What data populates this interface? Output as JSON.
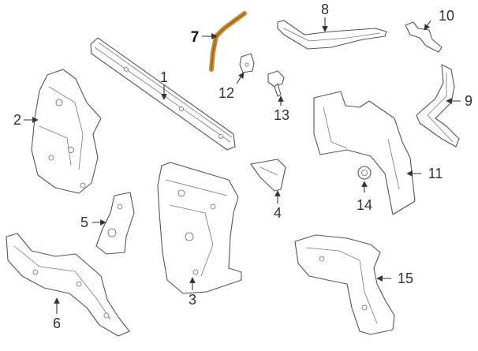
{
  "diagram": {
    "highlight_color": "#c8862a",
    "line_color": "#555555",
    "callouts": [
      {
        "id": "1",
        "label": "1"
      },
      {
        "id": "2",
        "label": "2"
      },
      {
        "id": "3",
        "label": "3"
      },
      {
        "id": "4",
        "label": "4"
      },
      {
        "id": "5",
        "label": "5"
      },
      {
        "id": "6",
        "label": "6"
      },
      {
        "id": "7",
        "label": "7"
      },
      {
        "id": "8",
        "label": "8"
      },
      {
        "id": "9",
        "label": "9"
      },
      {
        "id": "10",
        "label": "10"
      },
      {
        "id": "11",
        "label": "11"
      },
      {
        "id": "12",
        "label": "12"
      },
      {
        "id": "13",
        "label": "13"
      },
      {
        "id": "14",
        "label": "14"
      },
      {
        "id": "15",
        "label": "15"
      }
    ]
  }
}
